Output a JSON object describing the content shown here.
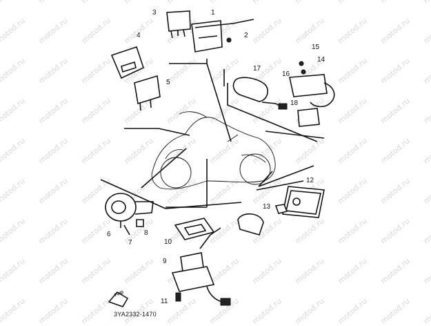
{
  "watermark": "motod.ru",
  "callouts": {
    "c1": "1",
    "c2": "2",
    "c3": "3",
    "c4": "4",
    "c5": "5",
    "c6": "6",
    "c7": "7",
    "c8": "8",
    "c9": "9",
    "c10": "10",
    "c11": "11",
    "c12": "12",
    "c13": "13",
    "c14": "14",
    "c15": "15",
    "c16": "16",
    "c17": "17",
    "c18": "18"
  },
  "drawing_code": "3YA2332-1470",
  "fwd_label": "FWD"
}
